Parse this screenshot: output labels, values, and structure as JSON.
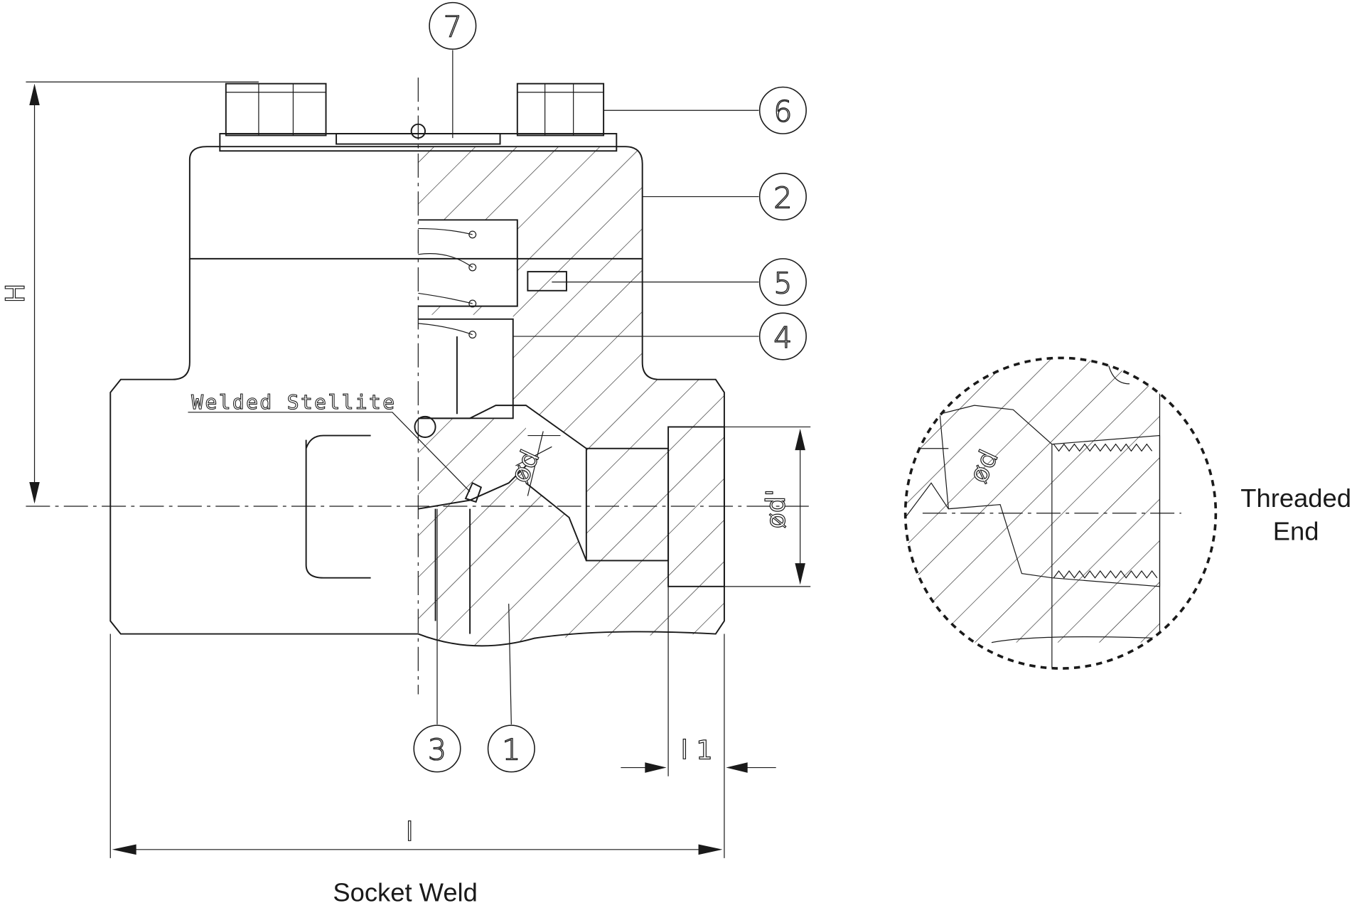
{
  "drawing": {
    "balloons": [
      "7",
      "6",
      "2",
      "5",
      "4",
      "3",
      "1"
    ],
    "dimensions": {
      "height": "H",
      "length": "l",
      "socket_depth": "l 1",
      "bore": "ød",
      "socket_bore": "ød'"
    },
    "annotation": "Welded Stellite",
    "detail_title": {
      "line1": "Threaded",
      "line2": "End"
    },
    "main_title": "Socket Weld"
  }
}
